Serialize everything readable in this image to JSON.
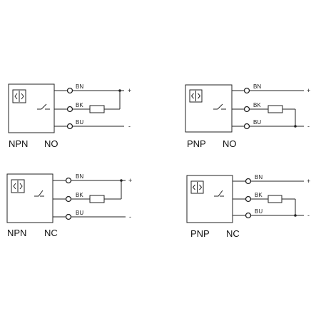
{
  "diagrams": [
    {
      "id": "npn-no",
      "transistor": "NPN",
      "contact": "NO",
      "wires": [
        {
          "code": "BN",
          "sign": "+"
        },
        {
          "code": "BK",
          "sign": ""
        },
        {
          "code": "BU",
          "sign": "-"
        }
      ],
      "load_between": [
        "BK",
        "BN"
      ]
    },
    {
      "id": "pnp-no",
      "transistor": "PNP",
      "contact": "NO",
      "wires": [
        {
          "code": "BN",
          "sign": "+"
        },
        {
          "code": "BK",
          "sign": ""
        },
        {
          "code": "BU",
          "sign": "-"
        }
      ],
      "load_between": [
        "BK",
        "BU"
      ]
    },
    {
      "id": "npn-nc",
      "transistor": "NPN",
      "contact": "NC",
      "wires": [
        {
          "code": "BN",
          "sign": "+"
        },
        {
          "code": "BK",
          "sign": ""
        },
        {
          "code": "BU",
          "sign": "-"
        }
      ],
      "load_between": [
        "BK",
        "BN"
      ]
    },
    {
      "id": "pnp-nc",
      "transistor": "PNP",
      "contact": "NC",
      "wires": [
        {
          "code": "BN",
          "sign": "+"
        },
        {
          "code": "BK",
          "sign": ""
        },
        {
          "code": "BU",
          "sign": "-"
        }
      ],
      "load_between": [
        "BK",
        "BU"
      ]
    }
  ]
}
